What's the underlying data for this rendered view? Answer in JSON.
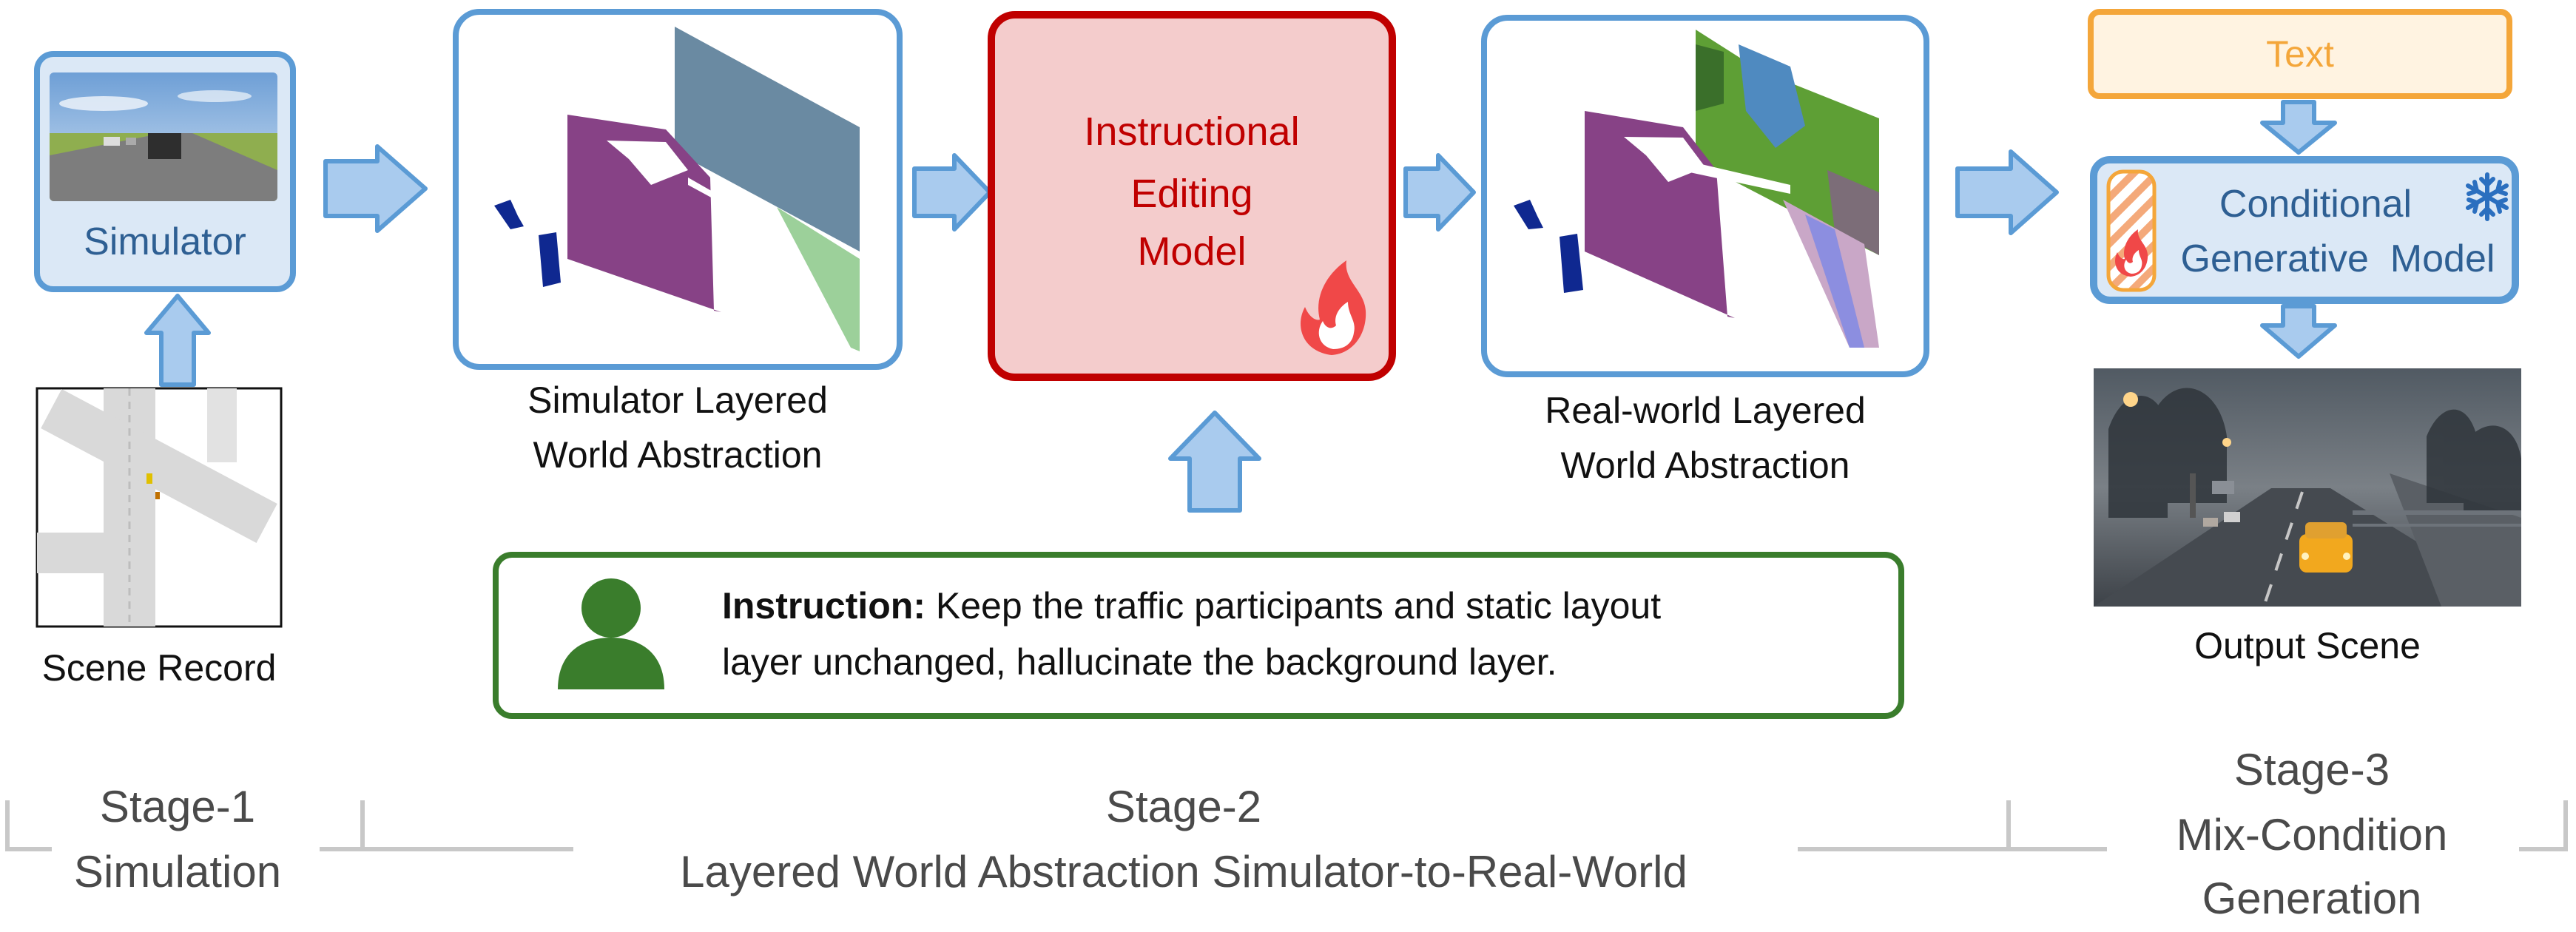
{
  "stage1": {
    "simulator_label": "Simulator",
    "scene_record_label": "Scene Record",
    "stage_title": "Stage-1",
    "stage_name": "Simulation"
  },
  "stage2": {
    "sim_abstraction_label_line1": "Simulator Layered",
    "sim_abstraction_label_line2": "World Abstraction",
    "model_line1": "Instructional",
    "model_line2": "Editing",
    "model_line3": "Model",
    "real_abstraction_label_line1": "Real-world Layered",
    "real_abstraction_label_line2": "World Abstraction",
    "instruction_prefix": "Instruction:",
    "instruction_line1": "Keep the traffic participants and static layout",
    "instruction_line2": "layer unchanged, hallucinate the background layer.",
    "stage_title": "Stage-2",
    "stage_name": "Layered World Abstraction Simulator-to-Real-World"
  },
  "stage3": {
    "text_box_label": "Text",
    "gen_model_line1": "Conditional",
    "gen_model_line2": "Generative  Model",
    "output_label": "Output Scene",
    "stage_title": "Stage-3",
    "stage_name_line1": "Mix-Condition",
    "stage_name_line2": "Generation"
  },
  "colors": {
    "blue_border": "#5b9bd5",
    "arrow_fill": "#a9cbee",
    "red_border": "#c00000",
    "red_fill": "#f4cccc",
    "green": "#3a7d2c",
    "orange": "#f4a63a",
    "purple": "#874286",
    "slate": "#6a8aa2",
    "light_green": "#9cd09a",
    "navy": "#0f2890"
  },
  "icons": {
    "fire": "fire-icon",
    "snowflake": "snowflake-icon",
    "person": "person-icon"
  }
}
